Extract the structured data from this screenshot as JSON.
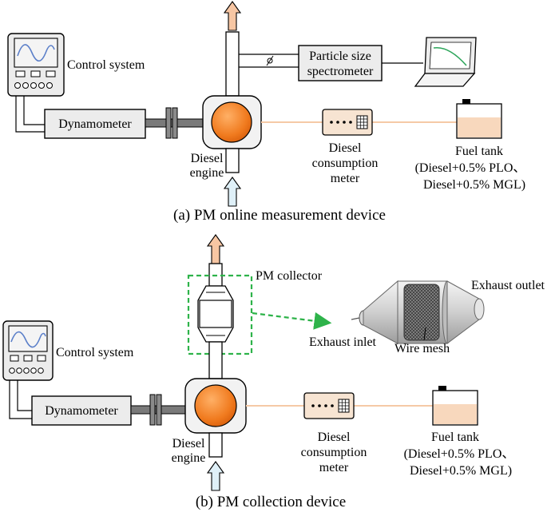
{
  "panel_a": {
    "caption": "(a) PM online measurement device",
    "control_system": "Control system",
    "dynamometer": "Dynamometer",
    "engine_line1": "Diesel",
    "engine_line2": "engine",
    "spectrometer_line1": "Particle size",
    "spectrometer_line2": "spectrometer",
    "meter_line1": "Diesel",
    "meter_line2": "consumption",
    "meter_line3": "meter",
    "fuel_line1": "Fuel tank",
    "fuel_line2": "(Diesel+0.5% PLO、",
    "fuel_line3": "Diesel+0.5% MGL)"
  },
  "panel_b": {
    "caption": "(b) PM collection device",
    "pm_collector": "PM collector",
    "exhaust_outlet": "Exhaust outlet",
    "exhaust_inlet": "Exhaust inlet",
    "wire_mesh": "Wire mesh",
    "control_system": "Control system",
    "dynamometer": "Dynamometer",
    "engine_line1": "Diesel",
    "engine_line2": "engine",
    "meter_line1": "Diesel",
    "meter_line2": "consumption",
    "meter_line3": "meter",
    "fuel_line1": "Fuel tank",
    "fuel_line2": "(Diesel+0.5% PLO、",
    "fuel_line3": "Diesel+0.5% MGL)"
  },
  "colors": {
    "engine_orange": "#f07a1e",
    "exhaust_arrow": "#f7c6a3",
    "intake_arrow": "#dff0f8",
    "fuel_liquid": "#f8d8bd",
    "collector_dash": "#2eb34a",
    "screen_wave": "#5b7fc9",
    "laptop_curve": "#2ca55a"
  }
}
